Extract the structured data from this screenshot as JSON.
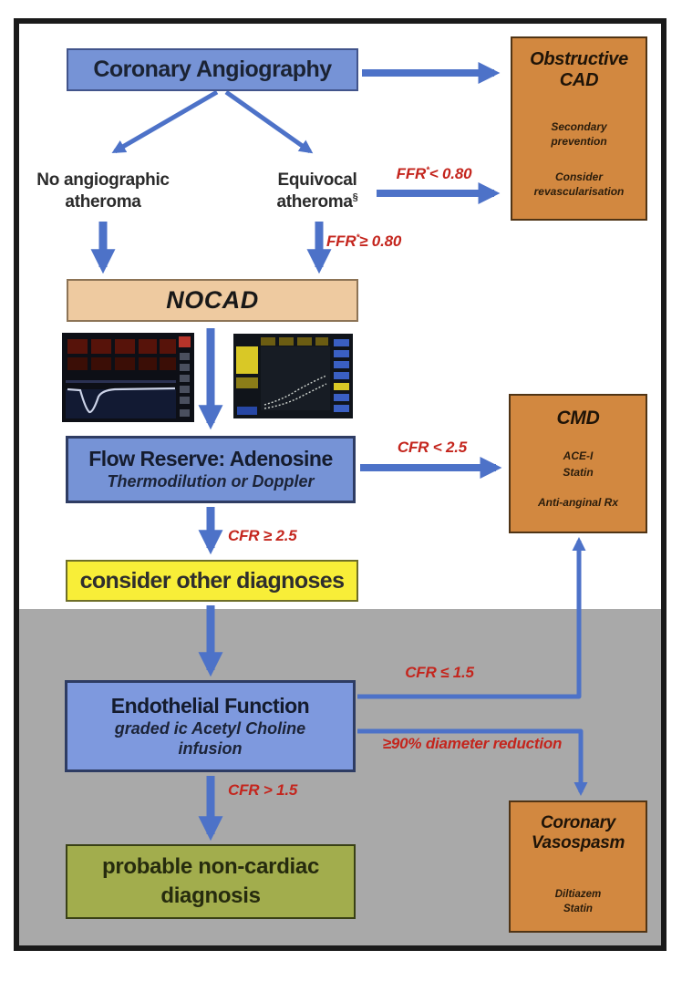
{
  "colors": {
    "frame": "#1a1a1a",
    "bg_top": "#ffffff",
    "bg_bottom": "#a9a9a9",
    "arrow": "#4d72c8",
    "edge_label": "#c4251d",
    "blue_box": "#7693d6",
    "blue_box_border": "#42548b",
    "orange_box": "#d28840",
    "orange_box_border": "#503415",
    "tan_box": "#eecaa0",
    "tan_box_border": "#8d7456",
    "yellow_box": "#f8ee38",
    "yellow_box_border": "#6e6e28",
    "olive_box": "#a2ad4d",
    "olive_box_border": "#394015"
  },
  "nodes": {
    "coronary_angiography": {
      "label": "Coronary Angiography"
    },
    "obstructive_cad": {
      "title": "Obstructive CAD",
      "line1": "Secondary prevention",
      "line2": "Consider revascularisation"
    },
    "no_atheroma": {
      "line1": "No angiographic",
      "line2": "atheroma"
    },
    "equivocal_atheroma": {
      "line1": "Equivocal",
      "line2": "atheroma",
      "sup": "§"
    },
    "nocad": {
      "label": "NOCAD"
    },
    "flow_reserve": {
      "title": "Flow Reserve: Adenosine",
      "subtitle": "Thermodilution or Doppler"
    },
    "cmd": {
      "title": "CMD",
      "line1": "ACE-I",
      "line2": "Statin",
      "line3": "Anti-anginal Rx"
    },
    "consider_other": {
      "label": "consider other diagnoses"
    },
    "endothelial": {
      "title": "Endothelial Function",
      "subtitle1": "graded ic Acetyl Choline",
      "subtitle2": "infusion"
    },
    "non_cardiac": {
      "line1": "probable non-cardiac",
      "line2": "diagnosis"
    },
    "vasospasm": {
      "line1": "Coronary",
      "line2": "Vasospasm",
      "med1": "Diltiazem",
      "med2": "Statin"
    }
  },
  "edge_labels": {
    "ffr_lt": {
      "pre": "FFR",
      "sup": "*",
      "post": "< 0.80"
    },
    "ffr_ge": {
      "pre": "FFR",
      "sup": "*",
      "post": "≥ 0.80"
    },
    "cfr_lt_25": "CFR < 2.5",
    "cfr_ge_25": "CFR ≥ 2.5",
    "cfr_le_15": "CFR ≤ 1.5",
    "diameter_reduction": "≥90% diameter reduction",
    "cfr_gt_15": "CFR > 1.5"
  },
  "images": {
    "left": "thermodilution-screen",
    "right": "doppler-screen"
  }
}
